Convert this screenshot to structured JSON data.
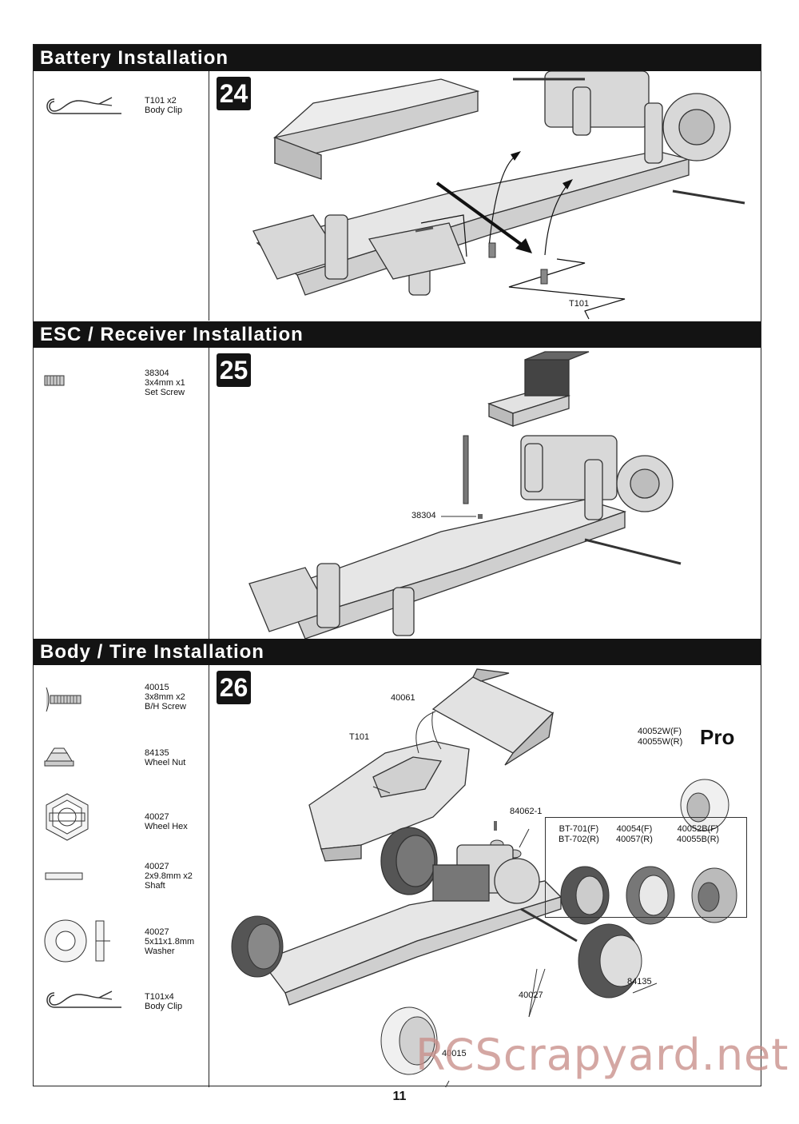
{
  "sections": [
    {
      "title": "Battery Installation",
      "step": "24",
      "parts": [
        {
          "line1": "T101 x2",
          "line2": "Body Clip"
        }
      ],
      "callouts": [
        "T101"
      ]
    },
    {
      "title": "ESC / Receiver Installation",
      "step": "25",
      "parts": [
        {
          "line1": "38304",
          "line2": "3x4mm x1",
          "line3": "Set Screw"
        }
      ],
      "callouts": [
        "38304"
      ]
    },
    {
      "title": "Body / Tire Installation",
      "step": "26",
      "parts": [
        {
          "line1": "40015",
          "line2": "3x8mm x2",
          "line3": "B/H Screw"
        },
        {
          "line1": "84135",
          "line2": "Wheel Nut"
        },
        {
          "line1": "40027",
          "line2": "Wheel Hex"
        },
        {
          "line1": "40027",
          "line2": "2x9.8mm x2",
          "line3": "Shaft"
        },
        {
          "line1": "40027",
          "line2": "5x11x1.8mm",
          "line3": "Washer"
        },
        {
          "line1": "T101x4",
          "line2": "Body Clip"
        }
      ],
      "callouts": [
        "40061",
        "T101",
        "84062-1",
        "40027",
        "84135",
        "40015"
      ],
      "pro": "Pro",
      "pro_wheel": {
        "line1": "40052W(F)",
        "line2": "40055W(R)"
      },
      "tire_options": [
        {
          "line1": "BT-701(F)",
          "line2": "BT-702(R)"
        },
        {
          "line1": "40054(F)",
          "line2": "40057(R)"
        },
        {
          "line1": "40052B(F)",
          "line2": "40055B(R)"
        }
      ]
    }
  ],
  "page_number": "11",
  "watermark": "RCScrapyard.net"
}
